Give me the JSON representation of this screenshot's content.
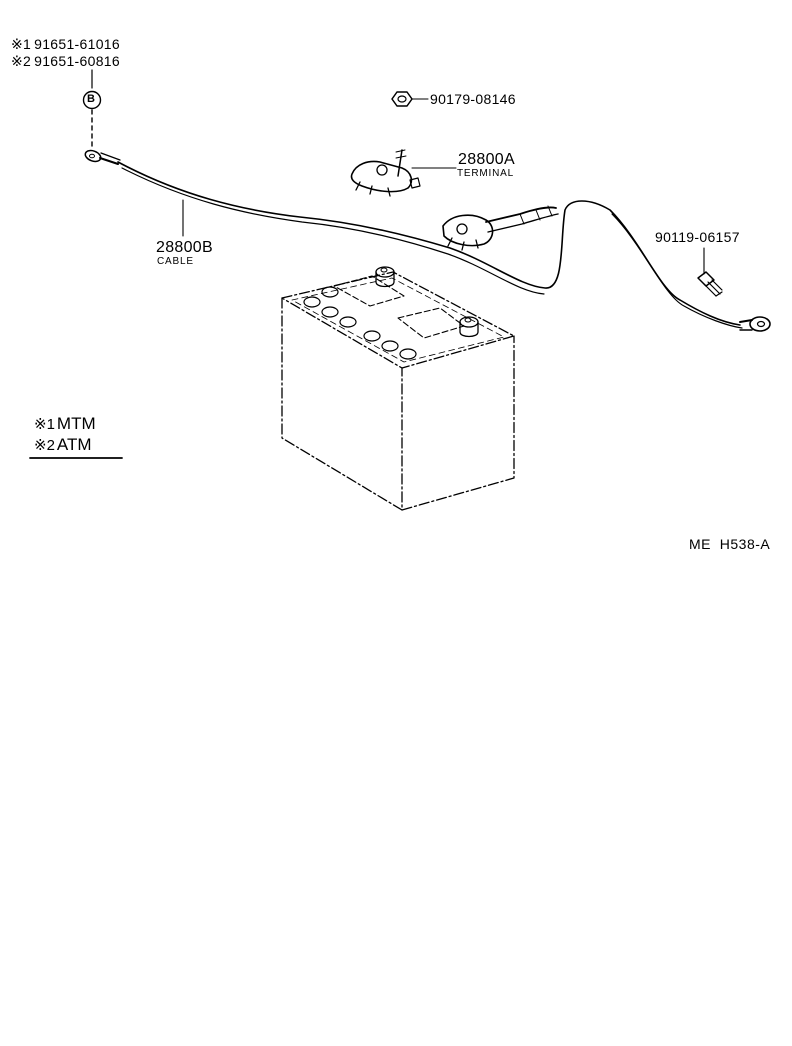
{
  "callouts": {
    "bolt_variant_1": {
      "mark": "※1",
      "part": "91651-61016"
    },
    "bolt_variant_2": {
      "mark": "※2",
      "part": "91651-60816"
    },
    "bolt_marker": "B",
    "nut_top": "90179-08146",
    "terminal": {
      "part": "28800A",
      "name": "TERMINAL"
    },
    "cable": {
      "part": "28800B",
      "name": "CABLE"
    },
    "screw_right": "90119-06157"
  },
  "legend": [
    {
      "mark": "※1",
      "label": "MTM"
    },
    {
      "mark": "※2",
      "label": "ATM"
    }
  ],
  "reference_code": "ME  H538-A"
}
